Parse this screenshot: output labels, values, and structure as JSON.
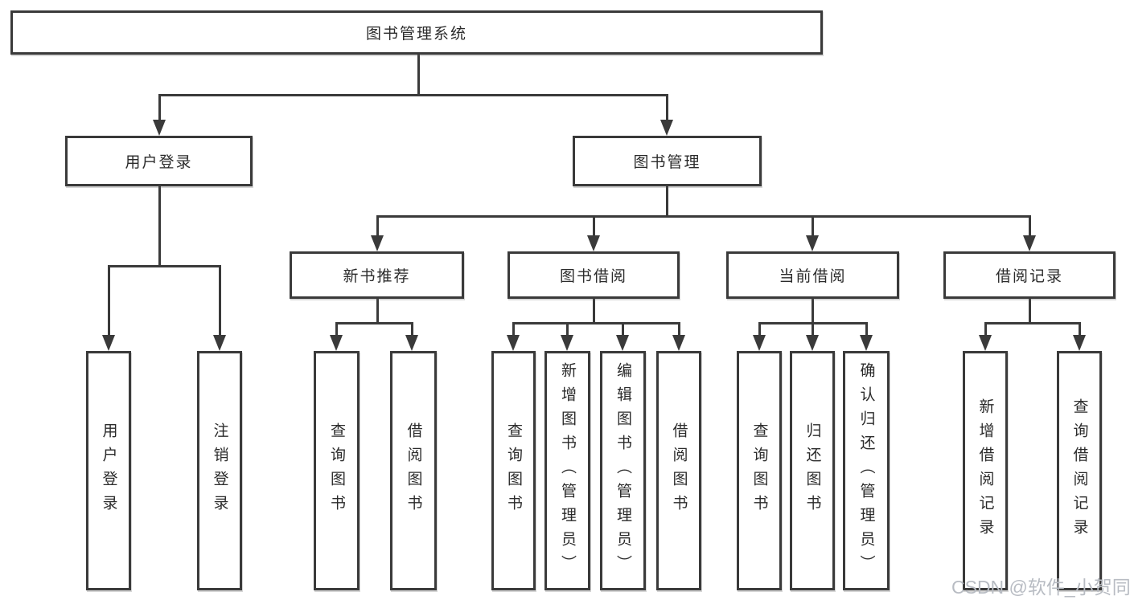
{
  "diagram": {
    "root": {
      "label": "图书管理系统"
    },
    "level2": [
      {
        "label": "用户登录"
      },
      {
        "label": "图书管理"
      }
    ],
    "level3": [
      {
        "label": "新书推荐"
      },
      {
        "label": "图书借阅"
      },
      {
        "label": "当前借阅"
      },
      {
        "label": "借阅记录"
      }
    ],
    "leaves": {
      "user_login": [
        "用户登录",
        "注销登录"
      ],
      "new_book_recommend": [
        "查询图书",
        "借阅图书"
      ],
      "book_borrow": [
        "查询图书",
        "新增图书（管理员）",
        "编辑图书（管理员）",
        "借阅图书"
      ],
      "current_borrow": [
        "查询图书",
        "归还图书",
        "确认归还（管理员）"
      ],
      "borrow_records": [
        "新增借阅记录",
        "查询借阅记录"
      ]
    },
    "watermark": "CSDN @软件_小贺同学",
    "colors": {
      "line": "#3a3a3a",
      "text": "#2b2b2b",
      "watermark": "#b8bcc3",
      "background": "#ffffff"
    }
  }
}
